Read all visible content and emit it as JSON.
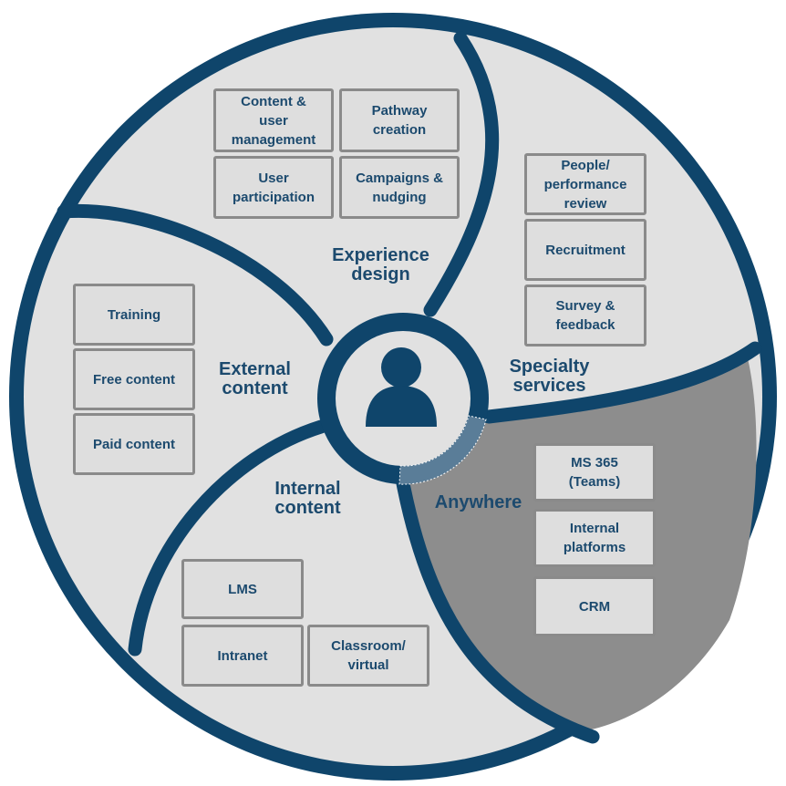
{
  "colors": {
    "ring": "#0f456b",
    "segment_fill": "#e1e1e1",
    "highlight_fill": "#8d8d8d",
    "box_fill": "#dedede",
    "box_border": "#8a8a8a",
    "text": "#1c4a6e",
    "center_wedge": "#5a7d98"
  },
  "center": {
    "icon": "user-icon"
  },
  "segments": {
    "experience_design": {
      "label": "Experience\ndesign",
      "boxes": [
        "Content &\nuser\nmanagement",
        "Pathway\ncreation",
        "User\nparticipation",
        "Campaigns &\nnudging"
      ]
    },
    "specialty_services": {
      "label": "Specialty\nservices",
      "boxes": [
        "People/\nperformance\nreview",
        "Recruitment",
        "Survey &\nfeedback"
      ]
    },
    "anywhere": {
      "label": "Anywhere",
      "boxes": [
        "MS 365\n(Teams)",
        "Internal\nplatforms",
        "CRM"
      ]
    },
    "internal_content": {
      "label": "Internal\ncontent",
      "boxes": [
        "LMS",
        "Intranet",
        "Classroom/\nvirtual"
      ]
    },
    "external_content": {
      "label": "External\ncontent",
      "boxes": [
        "Training",
        "Free content",
        "Paid content"
      ]
    }
  }
}
